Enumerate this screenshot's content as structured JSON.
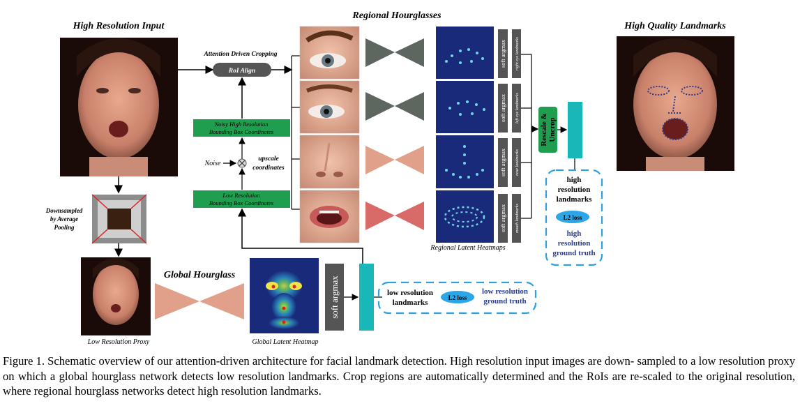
{
  "labels": {
    "high_res_input": "High Resolution Input",
    "regional_hourglasses": "Regional Hourglasses",
    "high_quality_landmarks": "High Quality Landmarks",
    "attention_cropping": "Attention Driven Cropping",
    "roi_align": "RoI Align",
    "noisy_box_line1": "Noisy High Resolution",
    "noisy_box_line2": "Bounding Box Coordinates",
    "noise": "Noise",
    "upscale_line1": "upscale",
    "upscale_line2": "coordinates",
    "lowres_box_line1": "Low Resolution",
    "lowres_box_line2": "Bounding Box Coordinates",
    "downsampled_line1": "Downsampled",
    "downsampled_line2": "by Average",
    "downsampled_line3": "Pooling",
    "global_hourglass": "Global Hourglass",
    "low_res_proxy": "Low Resolution Proxy",
    "global_latent_heatmap": "Global Latent Heatmap",
    "soft_argmax": "soft argmax",
    "regional_latent_heatmaps": "Regional Latent Heatmaps",
    "rescale_line1": "Rescale &",
    "rescale_line2": "Uncrop",
    "right_eye_landmarks": "right eye landmarks",
    "left_eye_landmarks": "left eye landmarks",
    "nose_landmarks": "nose landmarks",
    "mouth_landmarks": "mouth landmarks",
    "hr_landmarks_line1": "high",
    "hr_landmarks_line2": "resolution",
    "hr_landmarks_line3": "landmarks",
    "l2_loss": "L2 loss",
    "hr_gt_line1": "high",
    "hr_gt_line2": "resolution",
    "hr_gt_line3": "ground truth",
    "lr_landmarks_line1": "low resolution",
    "lr_landmarks_line2": "landmarks",
    "lr_gt_line1": "low resolution",
    "lr_gt_line2": "ground truth"
  },
  "caption": {
    "line1": "Figure 1. Schematic overview of our attention-driven architecture for facial landmark detection. High resolution input images are down-",
    "line2": "sampled to a low resolution proxy on which a global hourglass network detects low resolution landmarks. Crop regions are automatically",
    "line3": "determined and the RoIs are re-scaled to the original resolution, where regional hourglass networks detect high resolution landmarks."
  },
  "colors": {
    "green_box": "#1f9e4f",
    "teal_bar": "#1ab7b9",
    "dark_gray": "#555555",
    "heatmap_navy": "#1a2a7a",
    "hourglass_gray": "#5d665f",
    "hourglass_salmon": "#e0a08a",
    "hourglass_red": "#d86a68",
    "dashed_blue": "#2f9fe0",
    "loss_blue": "#2da6e8",
    "gt_text": "#2a3d8f"
  }
}
